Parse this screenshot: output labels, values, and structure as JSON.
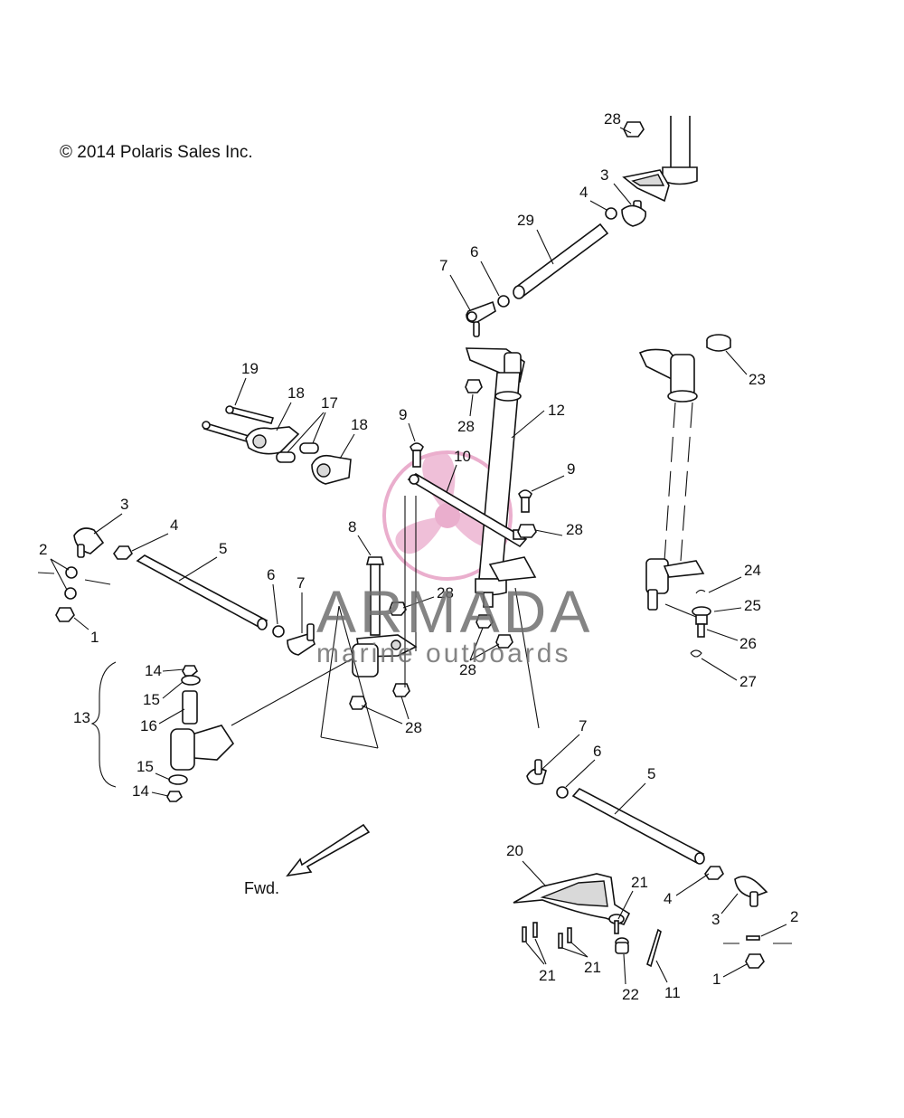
{
  "copyright": "© 2014 Polaris Sales Inc.",
  "direction_label": "Fwd.",
  "watermark": {
    "brand": "ARMADA",
    "tagline": "marine outboards",
    "accent_color": "#e8a6c8"
  },
  "callouts": [
    {
      "id": "c28a",
      "text": "28"
    },
    {
      "id": "c3a",
      "text": "3"
    },
    {
      "id": "c4a",
      "text": "4"
    },
    {
      "id": "c29",
      "text": "29"
    },
    {
      "id": "c6a",
      "text": "6"
    },
    {
      "id": "c7a",
      "text": "7"
    },
    {
      "id": "c23",
      "text": "23"
    },
    {
      "id": "c28b",
      "text": "28"
    },
    {
      "id": "c12",
      "text": "12"
    },
    {
      "id": "c19",
      "text": "19"
    },
    {
      "id": "c18a",
      "text": "18"
    },
    {
      "id": "c17",
      "text": "17"
    },
    {
      "id": "c18b",
      "text": "18"
    },
    {
      "id": "c9a",
      "text": "9"
    },
    {
      "id": "c10",
      "text": "10"
    },
    {
      "id": "c9b",
      "text": "9"
    },
    {
      "id": "c28c",
      "text": "28"
    },
    {
      "id": "c3b",
      "text": "3"
    },
    {
      "id": "c4b",
      "text": "4"
    },
    {
      "id": "c5a",
      "text": "5"
    },
    {
      "id": "c8",
      "text": "8"
    },
    {
      "id": "c2a",
      "text": "2"
    },
    {
      "id": "c6b",
      "text": "6"
    },
    {
      "id": "c7b",
      "text": "7"
    },
    {
      "id": "c28d",
      "text": "28"
    },
    {
      "id": "c24",
      "text": "24"
    },
    {
      "id": "c25",
      "text": "25"
    },
    {
      "id": "c1a",
      "text": "1"
    },
    {
      "id": "c26",
      "text": "26"
    },
    {
      "id": "c28e",
      "text": "28"
    },
    {
      "id": "c27",
      "text": "27"
    },
    {
      "id": "c14a",
      "text": "14"
    },
    {
      "id": "c15a",
      "text": "15"
    },
    {
      "id": "c13",
      "text": "13"
    },
    {
      "id": "c16",
      "text": "16"
    },
    {
      "id": "c28f",
      "text": "28"
    },
    {
      "id": "c7c",
      "text": "7"
    },
    {
      "id": "c6c",
      "text": "6"
    },
    {
      "id": "c15b",
      "text": "15"
    },
    {
      "id": "c5b",
      "text": "5"
    },
    {
      "id": "c14b",
      "text": "14"
    },
    {
      "id": "c20",
      "text": "20"
    },
    {
      "id": "c21a",
      "text": "21"
    },
    {
      "id": "c4c",
      "text": "4"
    },
    {
      "id": "c2b",
      "text": "2"
    },
    {
      "id": "c3c",
      "text": "3"
    },
    {
      "id": "c1b",
      "text": "1"
    },
    {
      "id": "c21b",
      "text": "21"
    },
    {
      "id": "c21c",
      "text": "21"
    },
    {
      "id": "c22",
      "text": "22"
    },
    {
      "id": "c11",
      "text": "11"
    }
  ]
}
